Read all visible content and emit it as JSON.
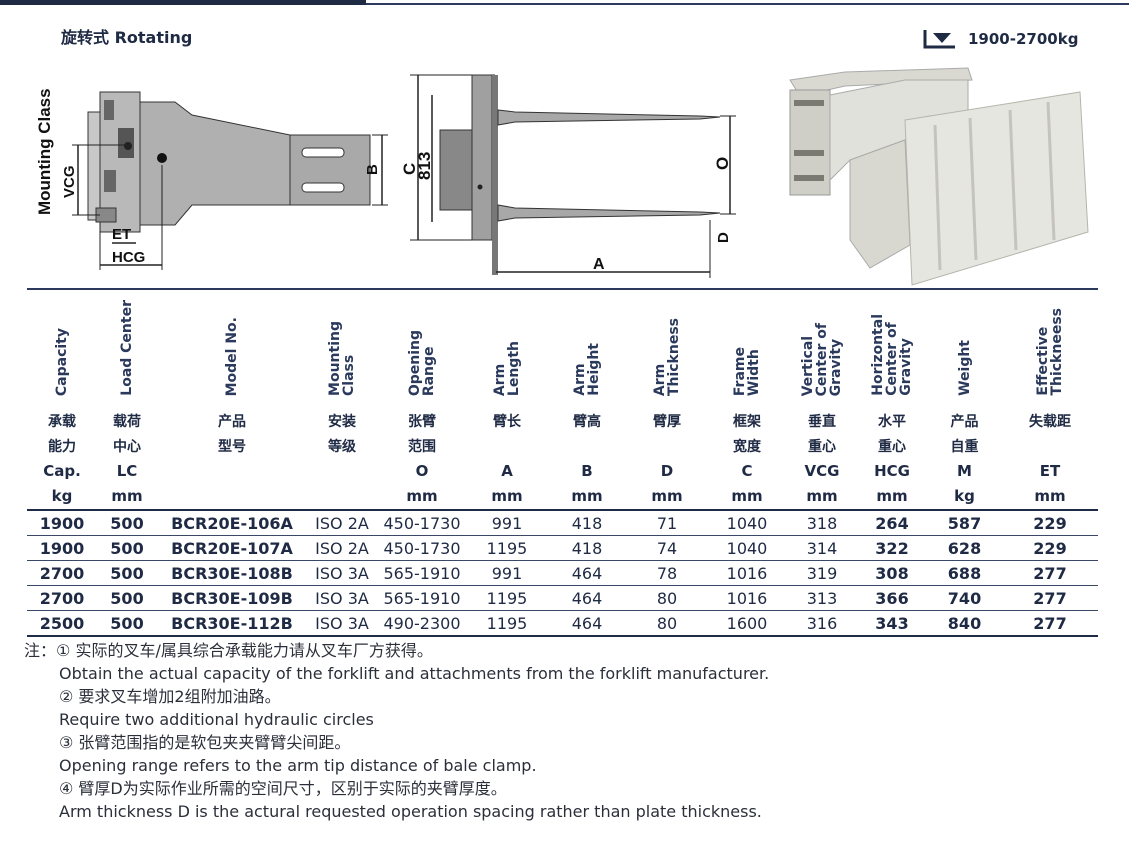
{
  "header": {
    "title": "旋转式 Rotating",
    "capacity_range": "1900-2700kg"
  },
  "drawing_labels": {
    "mounting_class": "Mounting Class",
    "vcg": "VCG",
    "et": "ET",
    "hcg": "HCG",
    "b": "B",
    "c": "C",
    "dim_813": "813",
    "o": "O",
    "d": "D",
    "a": "A"
  },
  "table": {
    "headers_en": [
      "Capacity",
      "Load Center",
      "Model No.",
      "Mounting\nClass",
      "Opening\nRange",
      "Arm\nLength",
      "Arm\nHeight",
      "Arm\nThickness",
      "Frame\nWidth",
      "Vertical\nCenter of\nGravity",
      "Horizontal\nCenter of\nGravity",
      "Weight",
      "Effective\nThickneess"
    ],
    "headers_cn1": [
      "承载",
      "载荷",
      "产品",
      "安装",
      "张臂",
      "臂长",
      "臂高",
      "臂厚",
      "框架",
      "垂直",
      "水平",
      "产品",
      "失载距"
    ],
    "headers_cn2": [
      "能力",
      "中心",
      "型号",
      "等级",
      "范围",
      "",
      "",
      "",
      "宽度",
      "重心",
      "重心",
      "自重",
      ""
    ],
    "headers_sym": [
      "Cap.",
      "LC",
      "",
      "",
      "O",
      "A",
      "B",
      "D",
      "C",
      "VCG",
      "HCG",
      "M",
      "ET"
    ],
    "headers_unit": [
      "kg",
      "mm",
      "",
      "",
      "mm",
      "mm",
      "mm",
      "mm",
      "mm",
      "mm",
      "mm",
      "kg",
      "mm"
    ],
    "rows": [
      [
        "1900",
        "500",
        "BCR20E-106A",
        "ISO 2A",
        "450-1730",
        "991",
        "418",
        "71",
        "1040",
        "318",
        "264",
        "587",
        "229"
      ],
      [
        "1900",
        "500",
        "BCR20E-107A",
        "ISO 2A",
        "450-1730",
        "1195",
        "418",
        "74",
        "1040",
        "314",
        "322",
        "628",
        "229"
      ],
      [
        "2700",
        "500",
        "BCR30E-108B",
        "ISO 3A",
        "565-1910",
        "991",
        "464",
        "78",
        "1016",
        "319",
        "308",
        "688",
        "277"
      ],
      [
        "2700",
        "500",
        "BCR30E-109B",
        "ISO 3A",
        "565-1910",
        "1195",
        "464",
        "80",
        "1016",
        "313",
        "366",
        "740",
        "277"
      ],
      [
        "2500",
        "500",
        "BCR30E-112B",
        "ISO 3A",
        "490-2300",
        "1195",
        "464",
        "80",
        "1600",
        "316",
        "343",
        "840",
        "277"
      ]
    ]
  },
  "notes": {
    "prefix": "注：",
    "n1_cn": "① 实际的叉车/属具综合承载能力请从叉车厂方获得。",
    "n1_en": "Obtain the actual capacity of the forklift and attachments from the forklift manufacturer.",
    "n2_cn": "② 要求叉车增加2组附加油路。",
    "n2_en": "Require two additional hydraulic circles",
    "n3_cn": "③ 张臂范围指的是软包夹夹臂臂尖间距。",
    "n3_en": "Opening range refers to the arm tip distance of bale clamp.",
    "n4_cn": "④ 臂厚D为实际作业所需的空间尺寸，区别于实际的夹臂厚度。",
    "n4_en": "Arm thickness D is the actural requested operation spacing rather than plate thickness."
  },
  "colors": {
    "navy": "#1f2a44",
    "accent": "#2b3a5c"
  }
}
